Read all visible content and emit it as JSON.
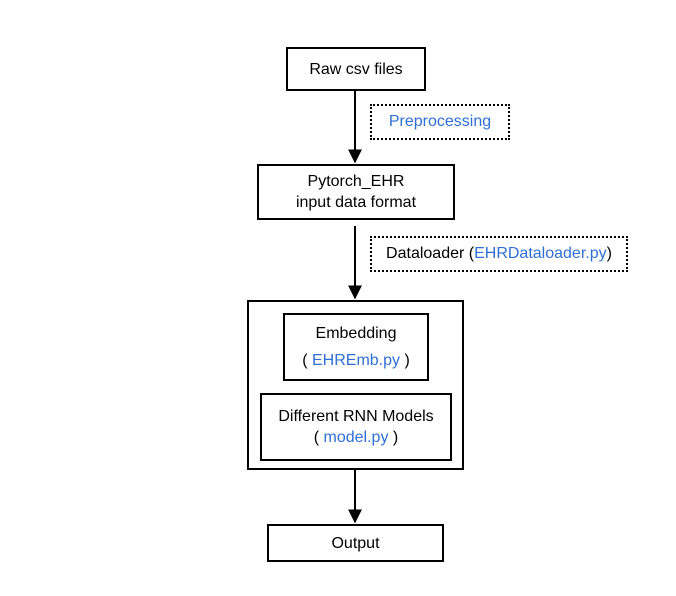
{
  "nodes": {
    "raw": "Raw csv files",
    "pytorch_line1": "Pytorch_EHR",
    "pytorch_line2": "input data format",
    "embedding_title": "Embedding",
    "embedding_open": "( ",
    "embedding_file": "EHREmb.py",
    "embedding_close": " )",
    "rnn_title": "Different RNN Models",
    "rnn_open": "( ",
    "rnn_file": "model.py",
    "rnn_close": " )",
    "output": "Output"
  },
  "edges": {
    "preprocessing": "Preprocessing",
    "dataloader_prefix": "Dataloader ( ",
    "dataloader_file": "EHRDataloader.py",
    "dataloader_suffix": " )"
  },
  "colors": {
    "link": "#2f6fd6"
  }
}
